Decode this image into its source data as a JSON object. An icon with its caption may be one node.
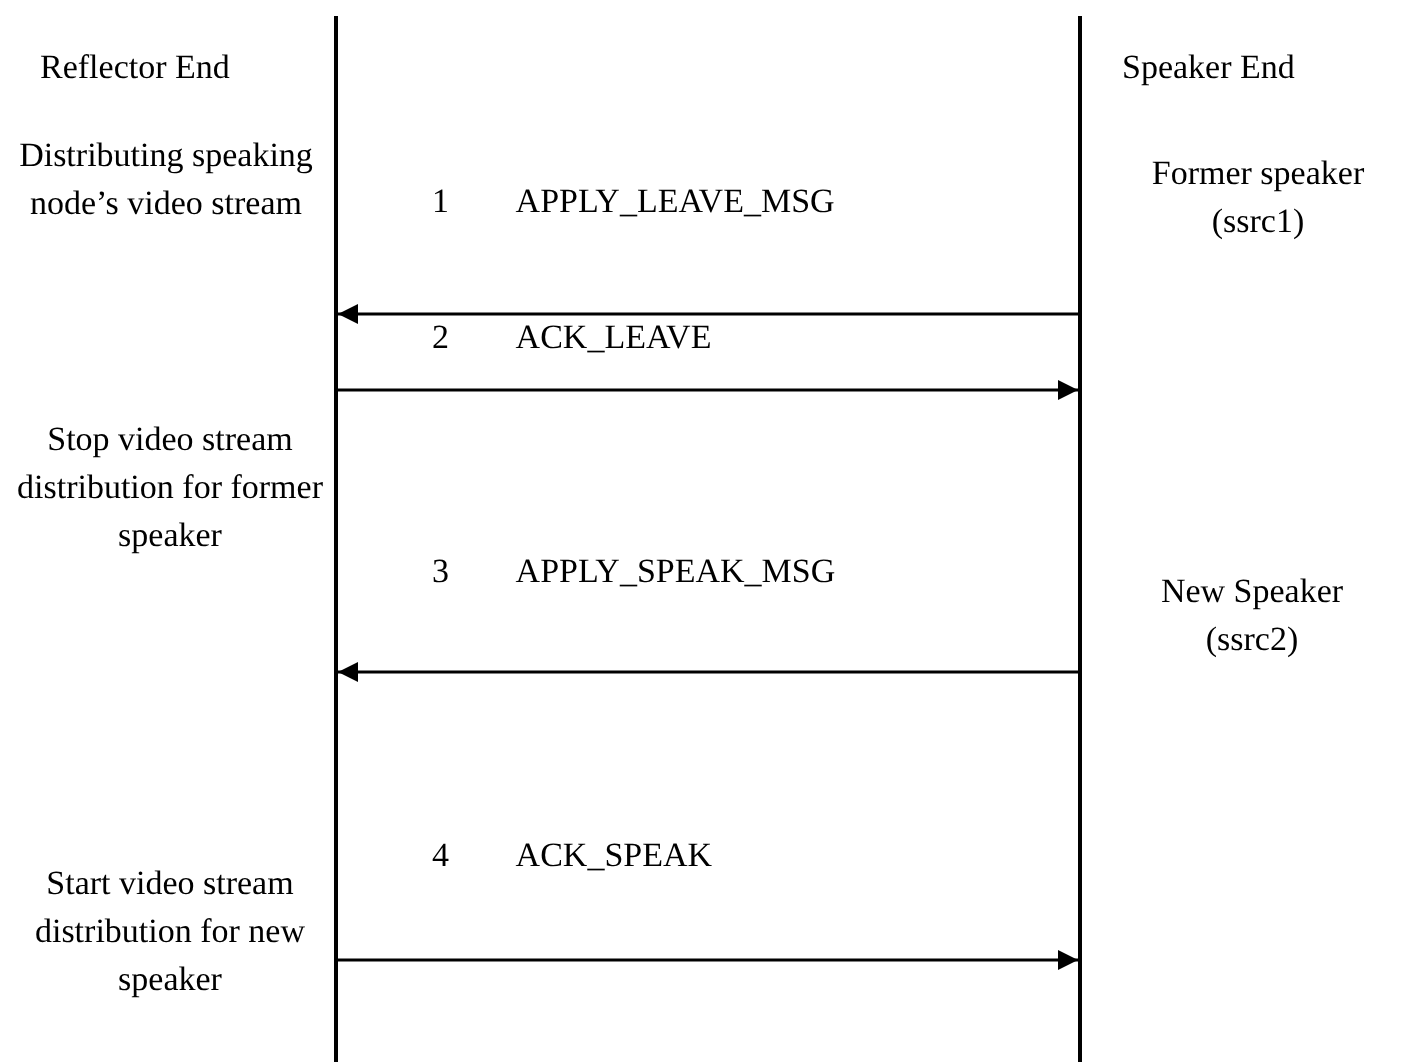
{
  "diagram": {
    "nodes": [
      {
        "text": [
          "Reflector End",
          "Distributing speaking node’s video stream",
          "Stop video stream distribution for former speaker",
          "Start video stream distribution for new speaker"
        ]
      },
      {
        "text": [
          "Speaker End",
          "Former speaker (ssrc1)",
          "New Speaker (ssrc2)"
        ]
      }
    ],
    "edges": [
      {
        "from": 1,
        "to": 0,
        "arrow": "to",
        "label": "1 APPLY_LEAVE_MSG"
      },
      {
        "from": 0,
        "to": 1,
        "arrow": "to",
        "label": "2 ACK_LEAVE"
      },
      {
        "from": 1,
        "to": 0,
        "arrow": "to",
        "label": "3 APPLY_SPEAK_MSG"
      },
      {
        "from": 0,
        "to": 1,
        "arrow": "to",
        "label": "4 ACK_SPEAK"
      }
    ]
  }
}
